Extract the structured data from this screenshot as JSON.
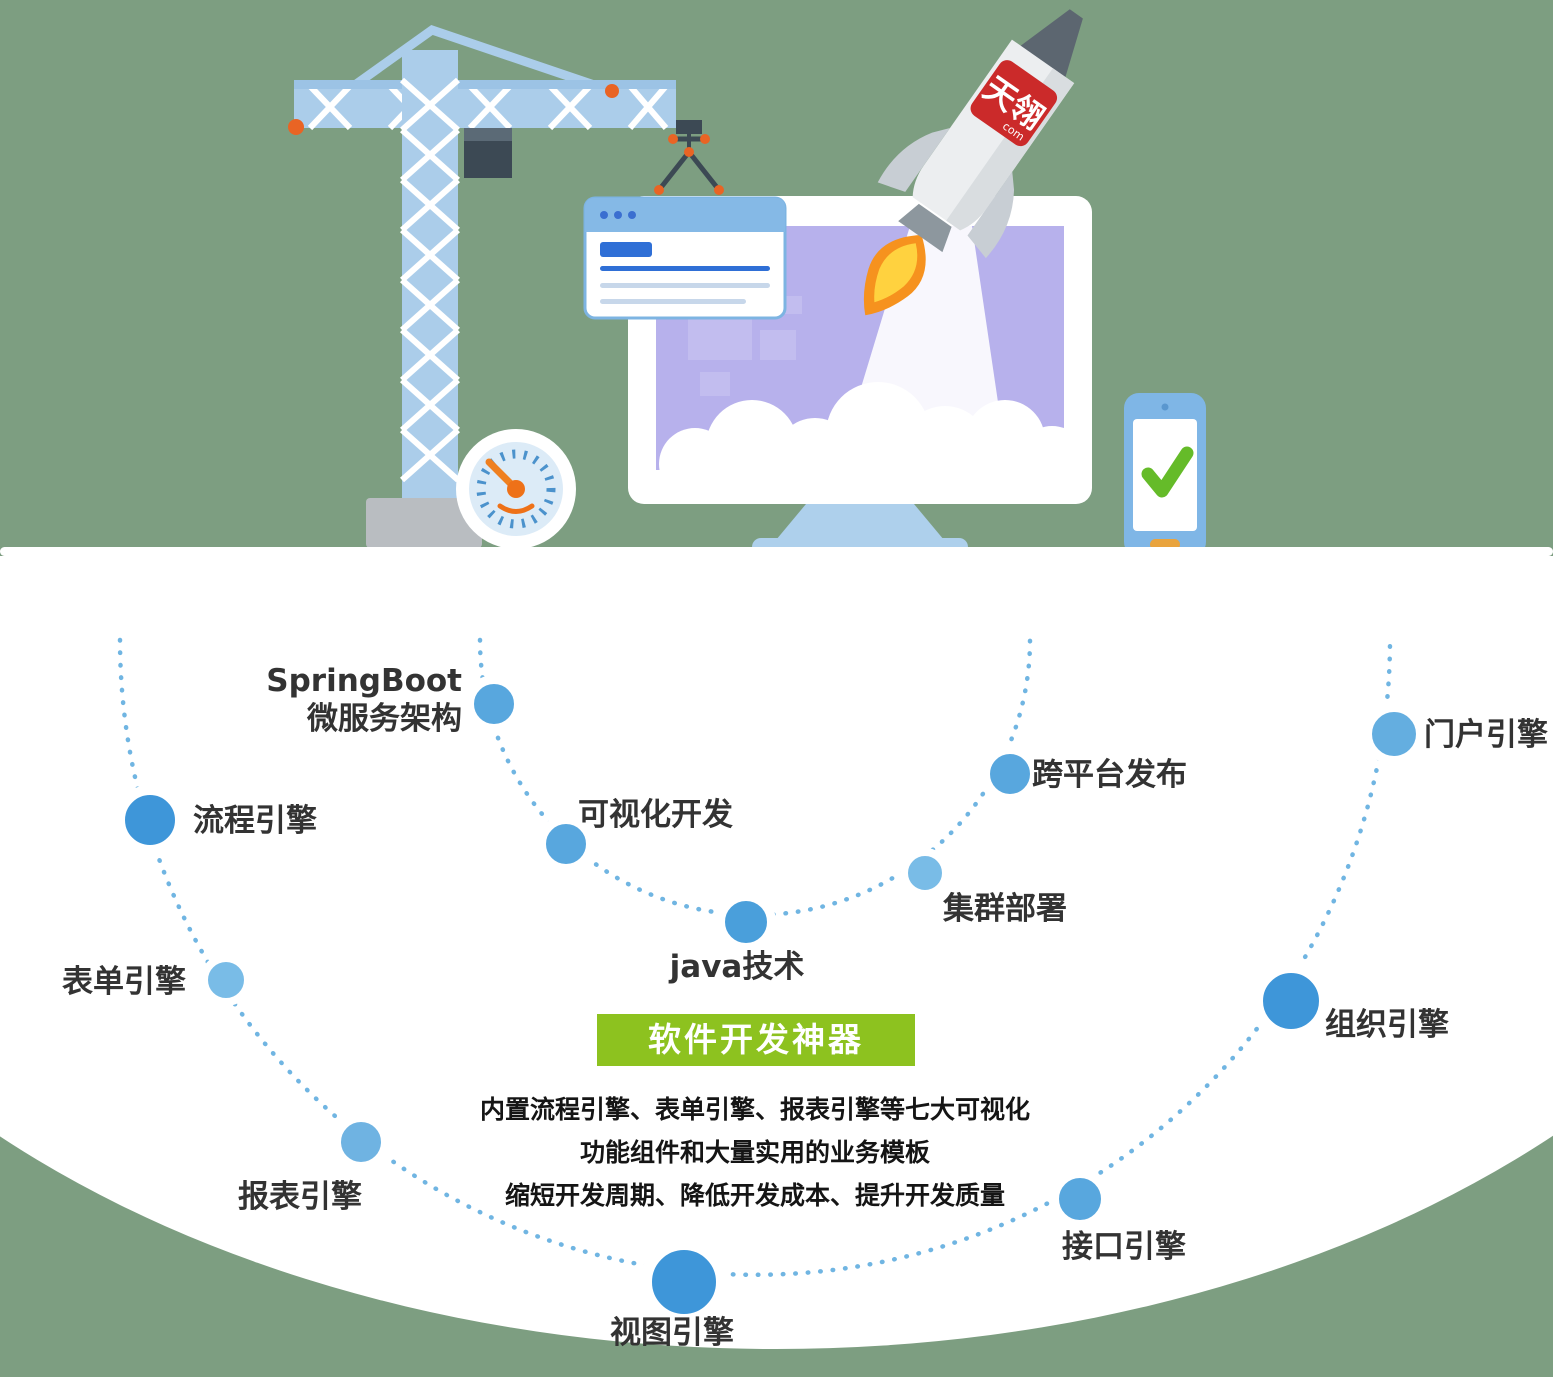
{
  "illustration": {
    "rocket_logo_text": "天翎",
    "rocket_logo_sub": "com"
  },
  "diagram": {
    "nodes": [
      {
        "id": "springboot",
        "label": "SpringBoot",
        "label2": "微服务架构"
      },
      {
        "id": "process",
        "label": "流程引擎"
      },
      {
        "id": "visual",
        "label": "可视化开发"
      },
      {
        "id": "cross",
        "label": "跨平台发布"
      },
      {
        "id": "portal",
        "label": "门户引擎"
      },
      {
        "id": "cluster",
        "label": "集群部署"
      },
      {
        "id": "java",
        "label": "java技术"
      },
      {
        "id": "form",
        "label": "表单引擎"
      },
      {
        "id": "org",
        "label": "组织引擎"
      },
      {
        "id": "report",
        "label": "报表引擎"
      },
      {
        "id": "interface",
        "label": "接口引擎"
      },
      {
        "id": "view",
        "label": "视图引擎"
      }
    ],
    "badge": "软件开发神器",
    "description": {
      "line1": "内置流程引擎、表单引擎、报表引擎等七大可视化",
      "line2": "功能组件和大量实用的业务模板",
      "line3": "缩短开发周期、降低开发成本、提升开发质量"
    }
  },
  "colors": {
    "background_green": "#7d9e81",
    "arc_blue": "#70b5e2",
    "node_blue": "#3e96d9",
    "badge_green": "#8dc21f",
    "logo_red": "#cb2a2a",
    "check_green": "#65bb29",
    "flame_orange": "#f6921e",
    "crane_blue": "#abcdea",
    "screen_purple": "#b7b1ec"
  }
}
